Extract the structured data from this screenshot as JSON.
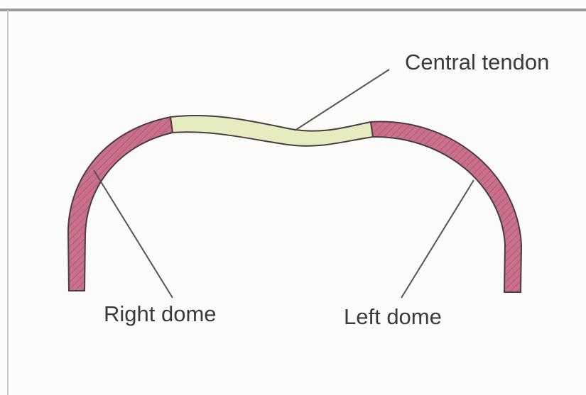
{
  "labels": {
    "central_tendon": "Central tendon",
    "right_dome": "Right dome",
    "left_dome": "Left dome"
  },
  "colors": {
    "dome_fill": "#c9708a",
    "tendon_fill": "#e7ecc0",
    "outline": "#4a3c42",
    "leader_line": "#555555"
  }
}
